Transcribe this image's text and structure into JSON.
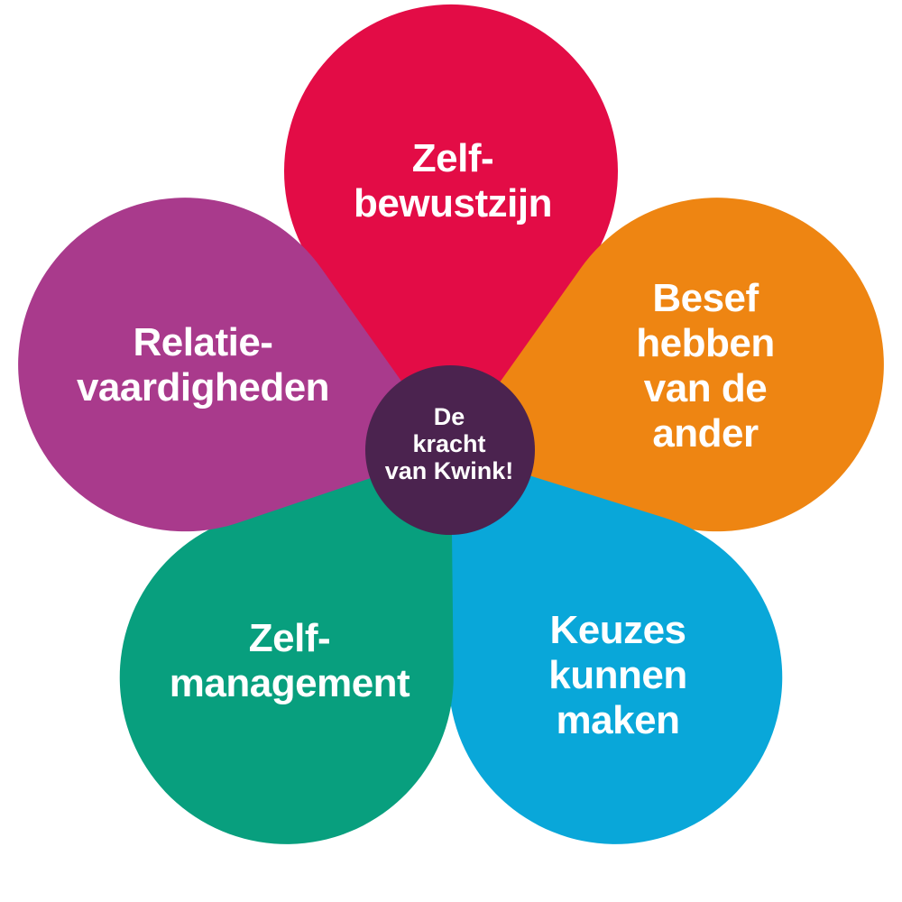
{
  "figure": {
    "type": "flower-diagram",
    "background_color": "#ffffff",
    "text_color": "#ffffff"
  },
  "center": {
    "color": "#4B234F",
    "label": "De kracht van Kwink!",
    "lines": [
      "De",
      "kracht",
      "van Kwink!"
    ]
  },
  "petals": [
    {
      "name": "zelfbewustzijn",
      "position": "top",
      "color": "#E30C46",
      "label": "Zelf-bewustzijn",
      "lines": [
        "Zelf-",
        "bewustzijn"
      ]
    },
    {
      "name": "besef-hebben-van-de-ander",
      "position": "upper-right",
      "color": "#EE8512",
      "label": "Besef hebben van de ander",
      "lines": [
        "Besef",
        "hebben",
        "van de",
        "ander"
      ]
    },
    {
      "name": "keuzes-kunnen-maken",
      "position": "lower-right",
      "color": "#09A7D9",
      "label": "Keuzes kunnen maken",
      "lines": [
        "Keuzes",
        "kunnen",
        "maken"
      ]
    },
    {
      "name": "zelfmanagement",
      "position": "lower-left",
      "color": "#089F7E",
      "label": "Zelf-management",
      "lines": [
        "Zelf-",
        "management"
      ]
    },
    {
      "name": "relatievaardigheden",
      "position": "upper-left",
      "color": "#A93A8C",
      "label": "Relatie-vaardigheden",
      "lines": [
        "Relatie-",
        "vaardigheden"
      ]
    }
  ]
}
